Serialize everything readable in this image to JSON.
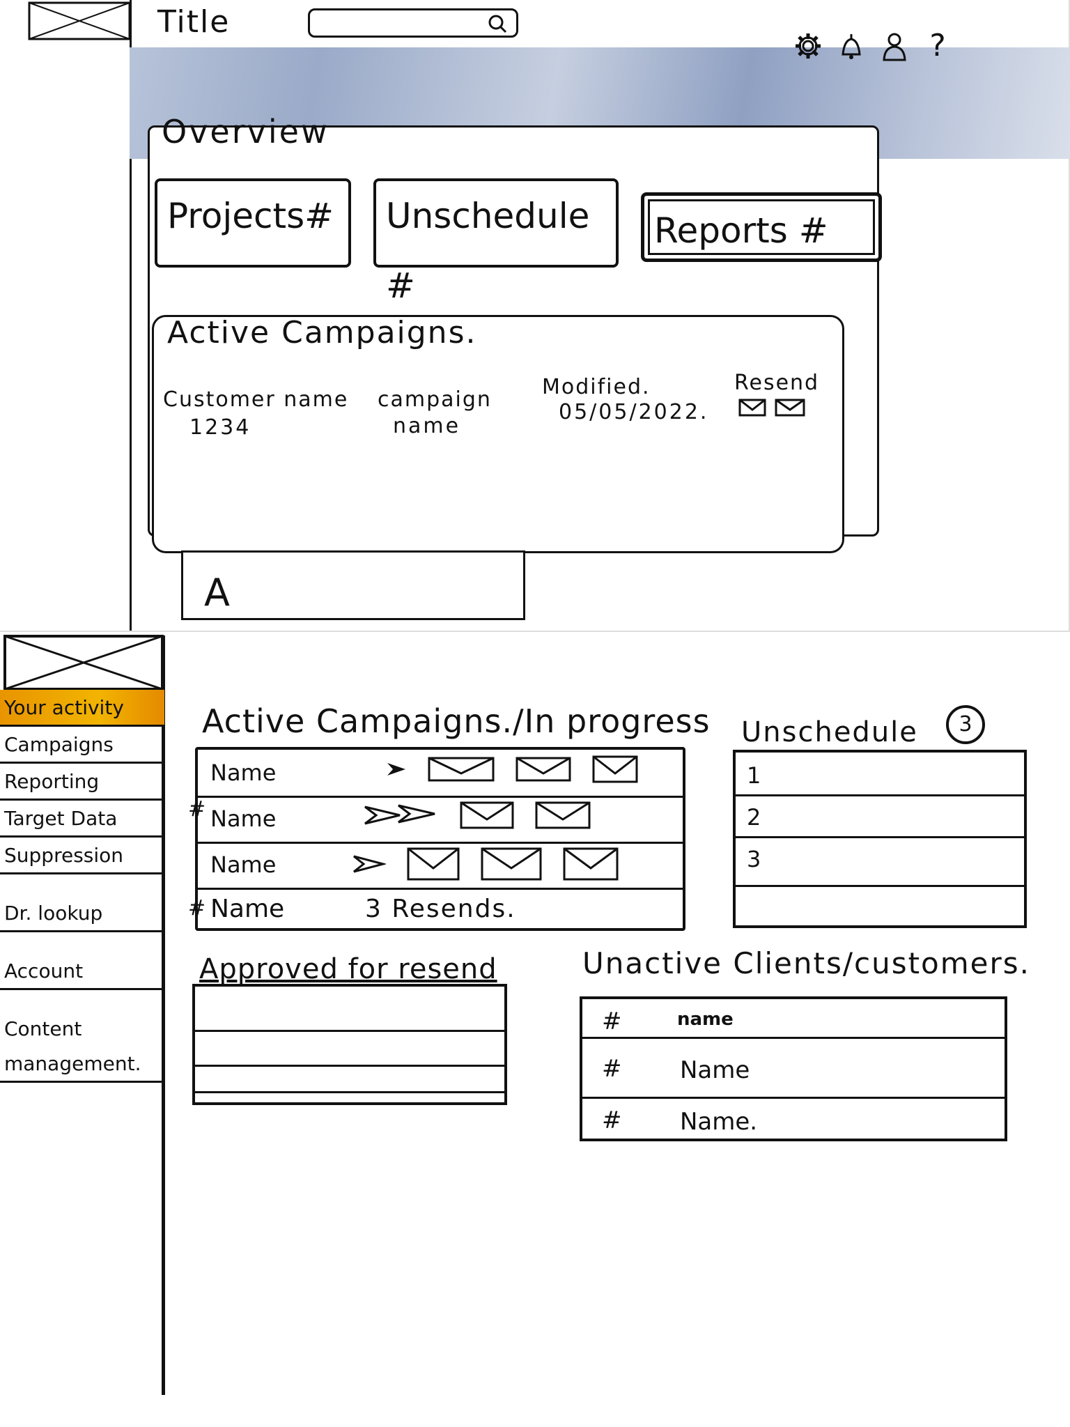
{
  "top": {
    "title": "Title",
    "icons": [
      "gear-icon",
      "bell-icon",
      "user-icon",
      "help-icon"
    ],
    "help_glyph": "?",
    "overview_title": "Overview",
    "kpis": {
      "projects": "Projects#",
      "unschedule": "Unschedule #",
      "reports": "Reports #"
    },
    "active_campaigns": {
      "title": "Active Campaigns.",
      "headers": {
        "customer": "Customer name",
        "campaign": "campaign",
        "modified": "Modified.",
        "resend": "Resend"
      },
      "row": {
        "customer": "1234",
        "campaign": "name",
        "modified": "05/05/2022."
      }
    },
    "letter_box": "A"
  },
  "bottom": {
    "sidebar": [
      {
        "label": "Your activity",
        "active": true
      },
      {
        "label": "Campaigns",
        "active": false
      },
      {
        "label": "Reporting",
        "active": false
      },
      {
        "label": "Target Data",
        "active": false
      },
      {
        "label": "Suppression",
        "active": false
      },
      {
        "label": "Dr. lookup",
        "active": false
      },
      {
        "label": "Account",
        "active": false
      },
      {
        "label": "Content",
        "active": false
      },
      {
        "label": "management.",
        "active": false
      }
    ],
    "active_campaigns": {
      "title": "Active Campaigns./In progress",
      "rows": [
        {
          "name": "Name",
          "hash": ""
        },
        {
          "name": "Name",
          "hash": "#"
        },
        {
          "name": "Name",
          "hash": ""
        },
        {
          "name": "Name",
          "hash": "#",
          "note": "3 Resends."
        }
      ]
    },
    "unschedule": {
      "title": "Unschedule",
      "count": "3",
      "rows": [
        "1",
        "2",
        "3",
        ""
      ]
    },
    "approved": {
      "title": "Approved for resend"
    },
    "inactive": {
      "title": "Unactive Clients/customers.",
      "rows": [
        {
          "hash": "#",
          "name": "name"
        },
        {
          "hash": "#",
          "name": "Name"
        },
        {
          "hash": "#",
          "name": "Name."
        }
      ]
    }
  },
  "colors": {
    "ink": "#111111",
    "banner": "#9aaac8",
    "active_nav": "#f0a800"
  }
}
